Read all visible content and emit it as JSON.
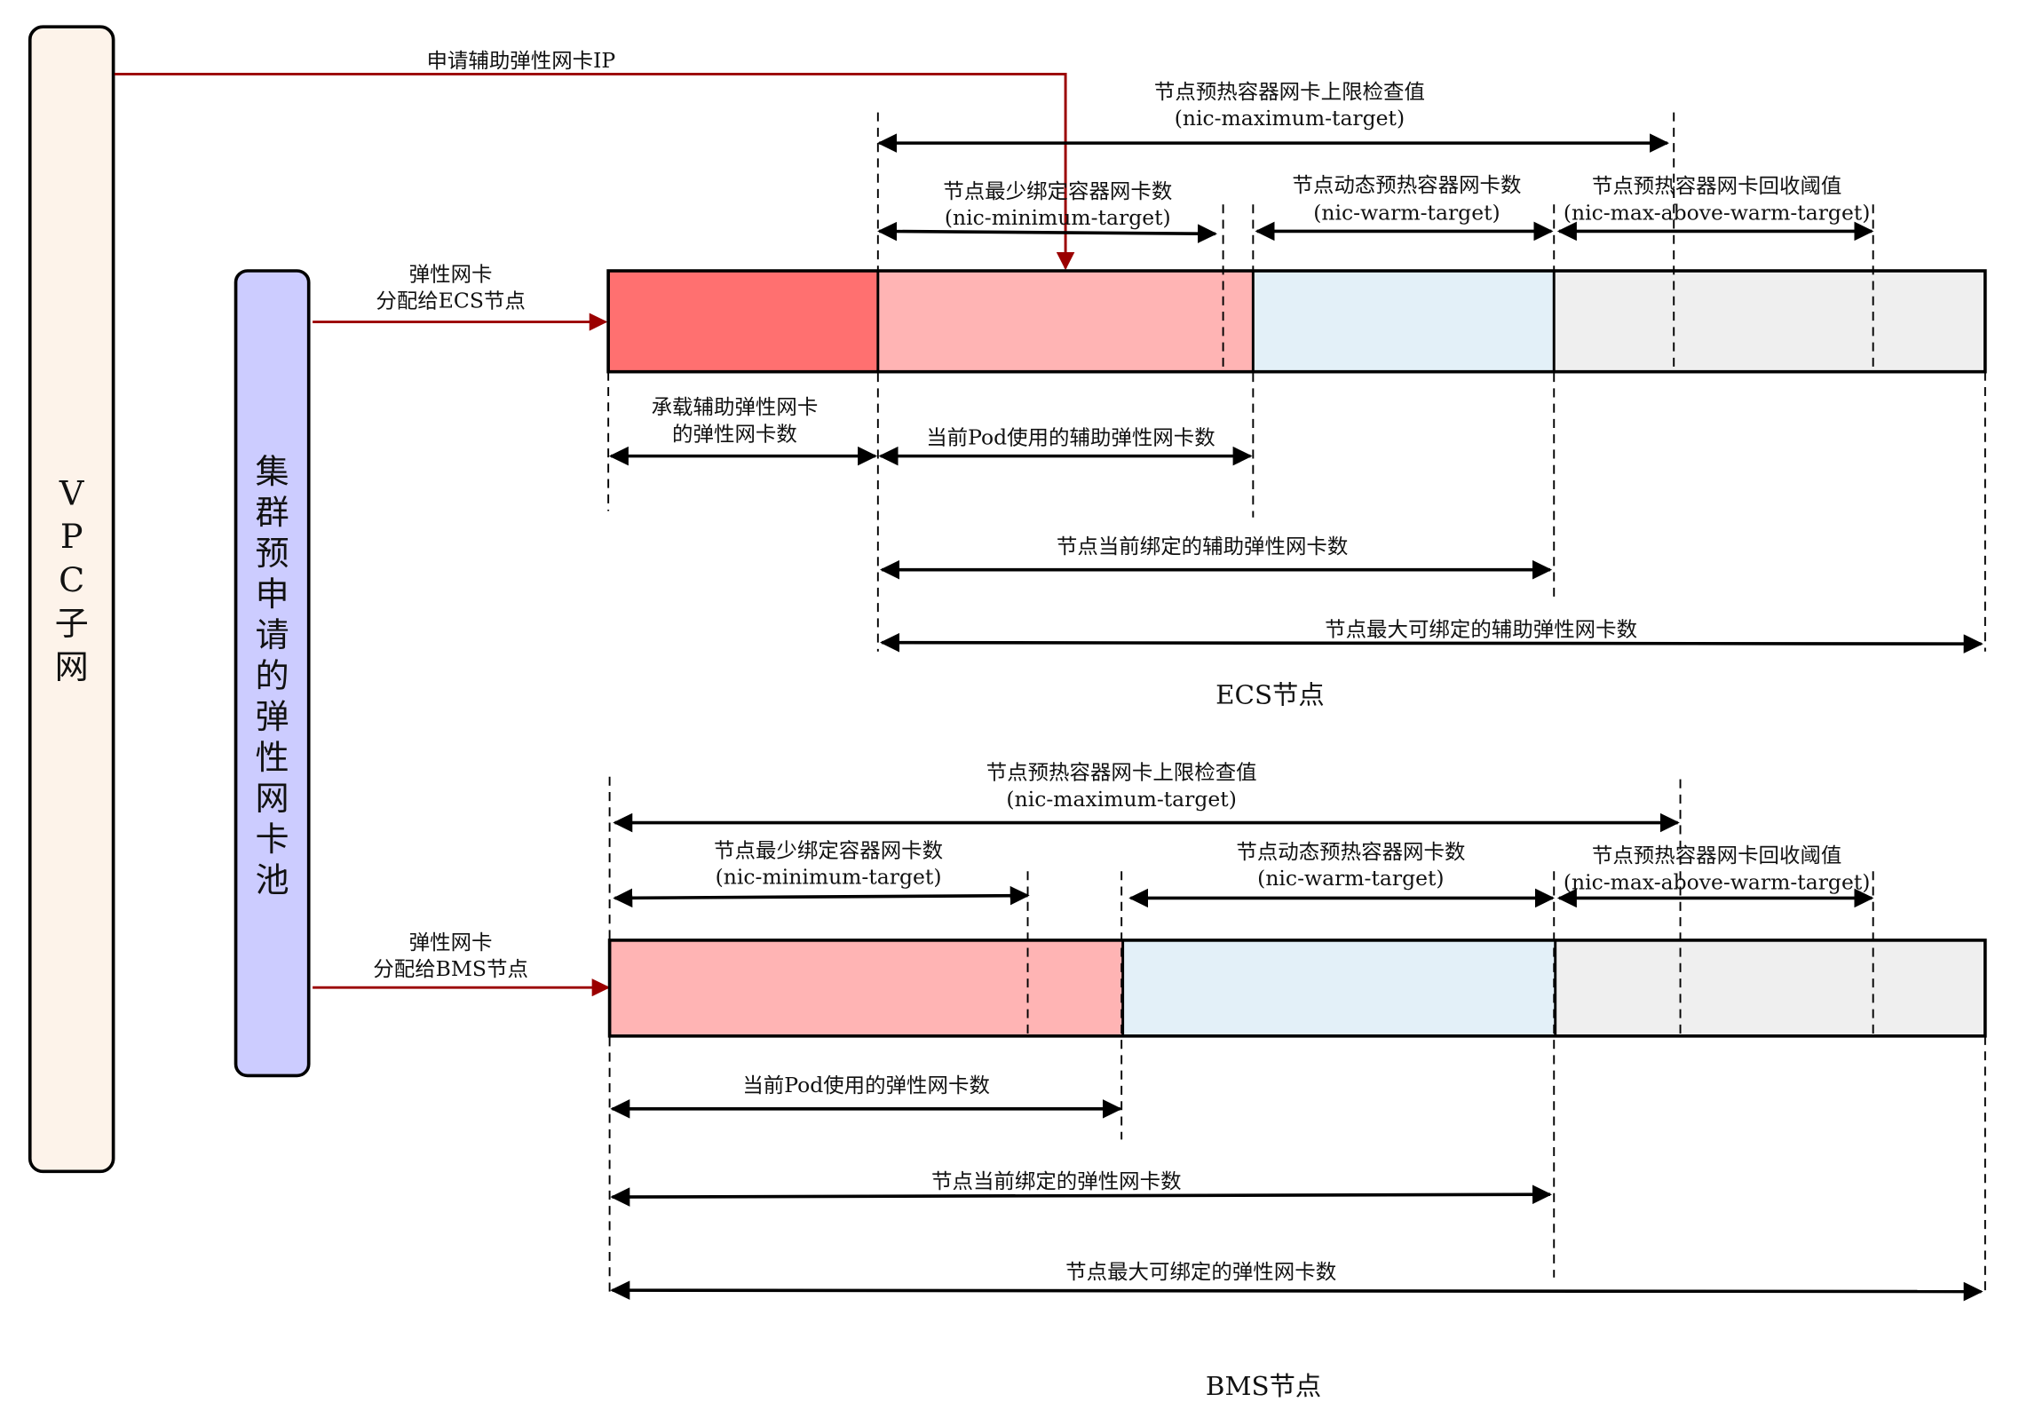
{
  "colors": {
    "vpc_fill": "#fdf3ea",
    "pool_fill": "#ccccff",
    "bound_eni": "#ff7070",
    "min_target": "#ffb4b4",
    "warm_target": "#e3f0f8",
    "above_warm": "#efefef",
    "flow_arrow": "#9b0000"
  },
  "vpc": {
    "label_chars": [
      "V",
      "P",
      "C",
      "子",
      "网"
    ]
  },
  "pool": {
    "label_chars": [
      "集",
      "群",
      "预",
      "申",
      "请",
      "的",
      "弹",
      "性",
      "网",
      "卡",
      "池"
    ]
  },
  "flows": {
    "request_ip": "申请辅助弹性网卡IP",
    "to_ecs_line1": "弹性网卡",
    "to_ecs_line2": "分配给ECS节点",
    "to_bms_line1": "弹性网卡",
    "to_bms_line2": "分配给BMS节点"
  },
  "ecs": {
    "title": "ECS节点",
    "maximum_target": {
      "label": "节点预热容器网卡上限检查值",
      "param": "(nic-maximum-target)"
    },
    "minimum_target": {
      "label": "节点最少绑定容器网卡数",
      "param": "(nic-minimum-target)"
    },
    "warm_target": {
      "label": "节点动态预热容器网卡数",
      "param": "(nic-warm-target)"
    },
    "max_above_warm": {
      "label": "节点预热容器网卡回收阈值",
      "param": "(nic-max-above-warm-target)"
    },
    "carrier_eni_line1": "承载辅助弹性网卡",
    "carrier_eni_line2": "的弹性网卡数",
    "pod_used": "当前Pod使用的辅助弹性网卡数",
    "currently_bound": "节点当前绑定的辅助弹性网卡数",
    "max_bindable": "节点最大可绑定的辅助弹性网卡数"
  },
  "bms": {
    "title": "BMS节点",
    "maximum_target": {
      "label": "节点预热容器网卡上限检查值",
      "param": "(nic-maximum-target)"
    },
    "minimum_target": {
      "label": "节点最少绑定容器网卡数",
      "param": "(nic-minimum-target)"
    },
    "warm_target": {
      "label": "节点动态预热容器网卡数",
      "param": "(nic-warm-target)"
    },
    "max_above_warm": {
      "label": "节点预热容器网卡回收阈值",
      "param": "(nic-max-above-warm-target)"
    },
    "pod_used": "当前Pod使用的弹性网卡数",
    "currently_bound": "节点当前绑定的弹性网卡数",
    "max_bindable": "节点最大可绑定的弹性网卡数"
  }
}
